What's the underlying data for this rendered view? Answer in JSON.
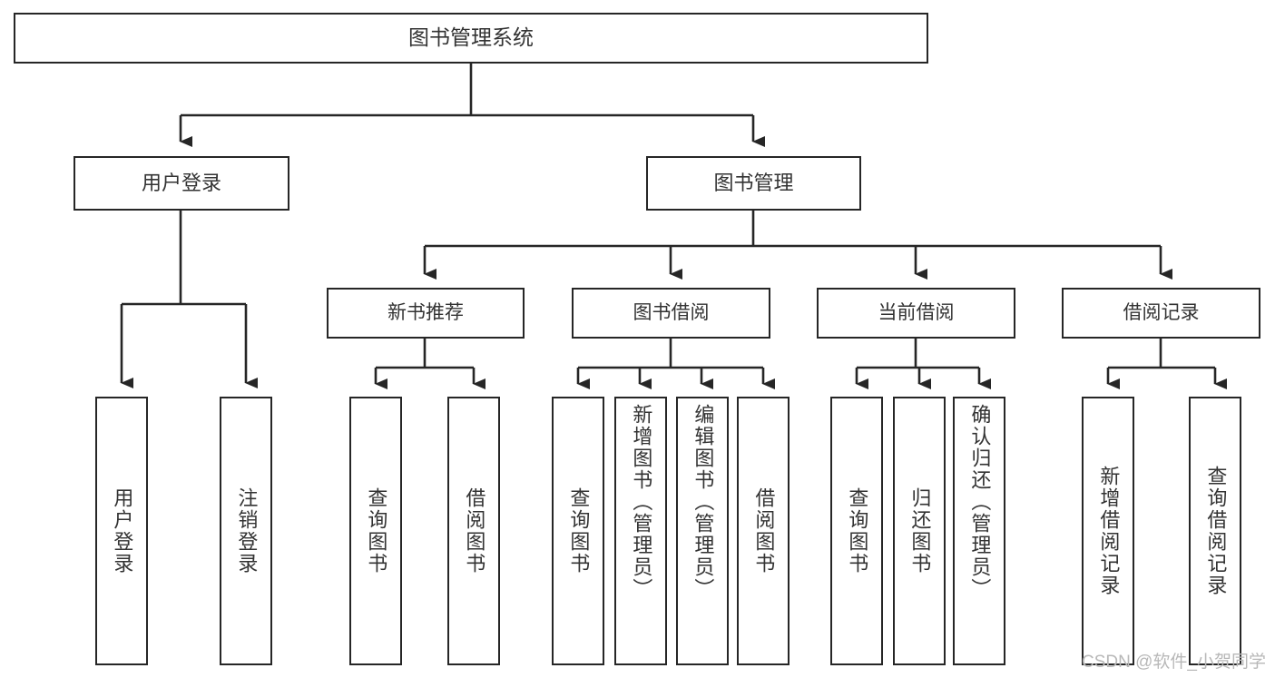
{
  "diagram": {
    "title": "图书管理系统",
    "type": "tree-hierarchy",
    "stroke_color": "#262626",
    "text_color": "#333333",
    "background_color": "#ffffff",
    "root": {
      "id": "root",
      "label": "图书管理系统"
    },
    "level1": [
      {
        "id": "user-login",
        "label": "用户登录"
      },
      {
        "id": "book-manage",
        "label": "图书管理"
      }
    ],
    "level2": [
      {
        "id": "new-book-recommend",
        "label": "新书推荐",
        "parent": "book-manage"
      },
      {
        "id": "book-borrow",
        "label": "图书借阅",
        "parent": "book-manage"
      },
      {
        "id": "current-borrow",
        "label": "当前借阅",
        "parent": "book-manage"
      },
      {
        "id": "borrow-record",
        "label": "借阅记录",
        "parent": "book-manage"
      }
    ],
    "leaves": [
      {
        "id": "leaf-user-login",
        "label": "用户登录",
        "parent": "user-login"
      },
      {
        "id": "leaf-logout",
        "label": "注销登录",
        "parent": "user-login"
      },
      {
        "id": "leaf-query-book-1",
        "label": "查询图书",
        "parent": "new-book-recommend"
      },
      {
        "id": "leaf-borrow-book-1",
        "label": "借阅图书",
        "parent": "new-book-recommend"
      },
      {
        "id": "leaf-query-book-2",
        "label": "查询图书",
        "parent": "book-borrow"
      },
      {
        "id": "leaf-add-book",
        "label": "新增图书（管理员）",
        "parent": "book-borrow"
      },
      {
        "id": "leaf-edit-book",
        "label": "编辑图书（管理员）",
        "parent": "book-borrow"
      },
      {
        "id": "leaf-borrow-book-2",
        "label": "借阅图书",
        "parent": "book-borrow"
      },
      {
        "id": "leaf-query-book-3",
        "label": "查询图书",
        "parent": "current-borrow"
      },
      {
        "id": "leaf-return-book",
        "label": "归还图书",
        "parent": "current-borrow"
      },
      {
        "id": "leaf-confirm-return",
        "label": "确认归还（管理员）",
        "parent": "current-borrow"
      },
      {
        "id": "leaf-add-record",
        "label": "新增借阅记录",
        "parent": "borrow-record"
      },
      {
        "id": "leaf-query-record",
        "label": "查询借阅记录",
        "parent": "borrow-record"
      }
    ]
  },
  "watermark": {
    "text": "CSDN @软件_小贺同学"
  }
}
